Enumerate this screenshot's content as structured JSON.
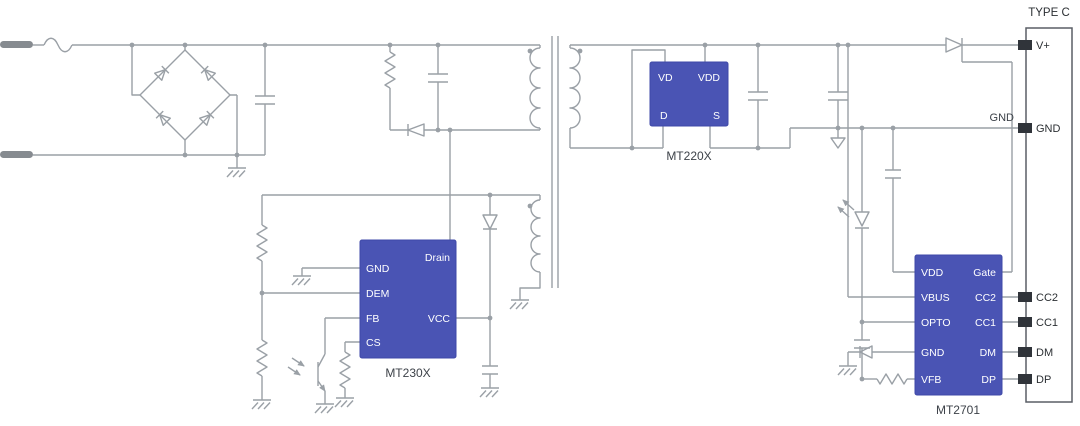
{
  "ics": {
    "mt230x": {
      "label": "MT230X",
      "pins": {
        "gnd": "GND",
        "dem": "DEM",
        "fb": "FB",
        "cs": "CS",
        "drain": "Drain",
        "vcc": "VCC"
      }
    },
    "mt220x": {
      "label": "MT220X",
      "pins": {
        "vd": "VD",
        "vdd": "VDD",
        "d": "D",
        "s": "S"
      }
    },
    "mt2701": {
      "label": "MT2701",
      "pins": {
        "vdd": "VDD",
        "vbus": "VBUS",
        "opto": "OPTO",
        "gnd": "GND",
        "vfb": "VFB",
        "gate": "Gate",
        "cc2": "CC2",
        "cc1": "CC1",
        "dm": "DM",
        "dp": "DP"
      }
    }
  },
  "connector": {
    "title": "TYPE C",
    "pins": {
      "vplus": "V+",
      "gnd": "GND",
      "cc2": "CC2",
      "cc1": "CC1",
      "dm": "DM",
      "dp": "DP"
    }
  },
  "net_labels": {
    "gnd": "GND"
  },
  "colors": {
    "ic_fill": "#4a54b4",
    "ic_text": "#ffffff",
    "wire": "#9aa0a6",
    "label_text": "#3d4249"
  }
}
